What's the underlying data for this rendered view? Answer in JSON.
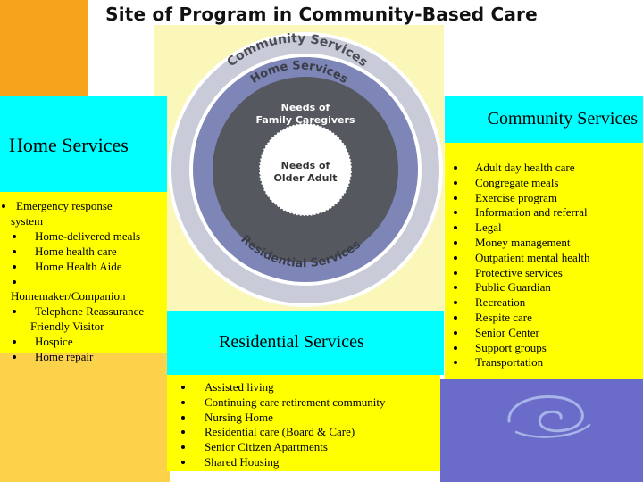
{
  "title": "Site of Program in Community-Based Care",
  "colors": {
    "cyan": "#00ffff",
    "yellow": "#ffff00",
    "orange": "#f7a31c",
    "blue": "#6b6bc9",
    "cream": "#fbf7b8",
    "ring_dark": "#55585f",
    "ring_mid": "#7d86b6",
    "ring_light": "#c9ccd8"
  },
  "diagram": {
    "outer_ring_label": "Community Services",
    "second_ring_label": "Home Services",
    "bottom_ring_label": "Residential Services",
    "family_label_line1": "Needs of",
    "family_label_line2": "Family Caregivers",
    "center_label_line1": "Needs of",
    "center_label_line2": "Older Adult"
  },
  "home_services": {
    "heading": "Home Services",
    "items": [
      "Emergency response",
      "system",
      "Home-delivered meals",
      "Home health care",
      "Home Health Aide",
      "",
      "Homemaker/Companion",
      "Telephone Reassurance",
      "Friendly Visitor",
      "Hospice",
      "Home repair"
    ]
  },
  "community_services": {
    "heading": "Community Services",
    "items": [
      "Adult day health care",
      "Congregate meals",
      "Exercise program",
      "Information and referral",
      "Legal",
      "Money management",
      "Outpatient mental health",
      "Protective services",
      "Public Guardian",
      "Recreation",
      "Respite care",
      "Senior Center",
      "Support groups",
      "Transportation"
    ]
  },
  "residential_services": {
    "heading": "Residential Services",
    "items": [
      "Assisted living",
      "Continuing care retirement community",
      "Nursing Home",
      "Residential care (Board & Care)",
      "Senior Citizen Apartments",
      "Shared Housing"
    ]
  }
}
